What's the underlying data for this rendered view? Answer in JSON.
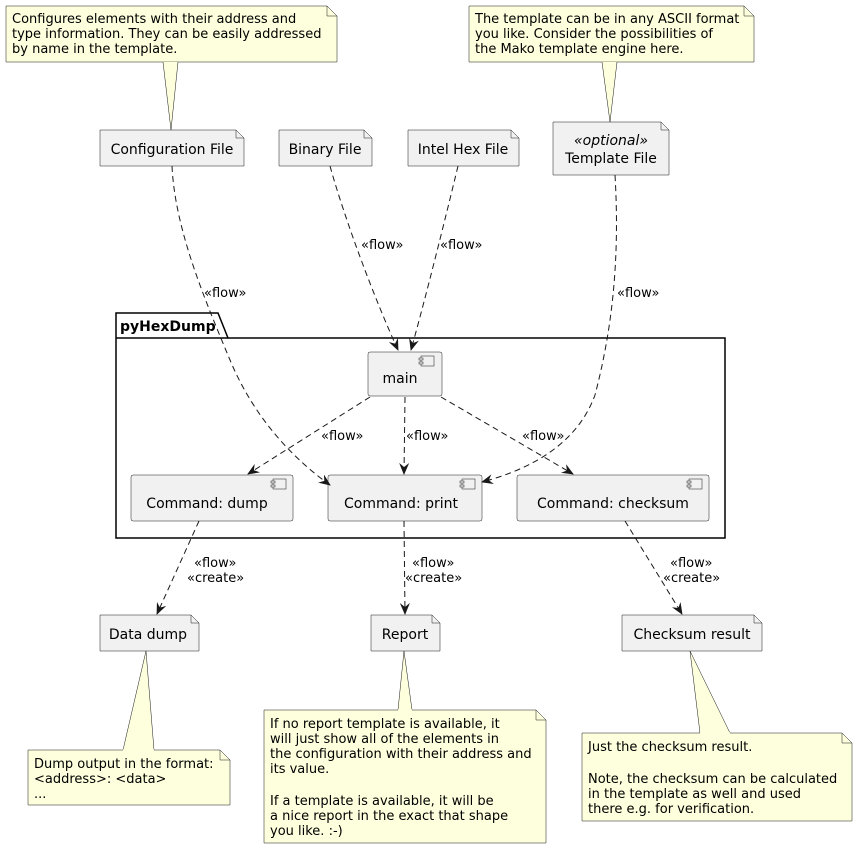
{
  "package": {
    "name": "pyHexDump"
  },
  "artifacts": {
    "config": "Configuration File",
    "binary": "Binary File",
    "intelhex": "Intel Hex File",
    "template_stereo": "«optional»",
    "template": "Template File",
    "datadump": "Data dump",
    "report": "Report",
    "checksum": "Checksum result"
  },
  "components": {
    "main": "main",
    "dump": "Command: dump",
    "print": "Command: print",
    "checksum": "Command: checksum"
  },
  "edge_labels": {
    "flow": "«flow»",
    "create": "«create»"
  },
  "notes": {
    "config": [
      "Configures elements with their address and",
      "type information. They can be easily addressed",
      "by name in the template."
    ],
    "template": [
      "The template can be in any ASCII format",
      "you like. Consider the possibilities of",
      "the Mako template engine here."
    ],
    "datadump": [
      "Dump output in the format:",
      "<address>: <data>",
      "..."
    ],
    "report": [
      "If no report template is available, it",
      "will just show all of the elements in",
      "the configuration with their address and",
      "its value.",
      "",
      "If a template is available, it will be",
      "a nice report in the exact that shape",
      "you like. :-)"
    ],
    "checksum": [
      "Just the checksum result.",
      "",
      "Note, the checksum can be calculated",
      "in the template as well and used",
      "there e.g. for verification."
    ]
  },
  "colors": {
    "node_fill": "#f1f1f1",
    "note_fill": "#feffdd",
    "stroke": "#181818"
  }
}
